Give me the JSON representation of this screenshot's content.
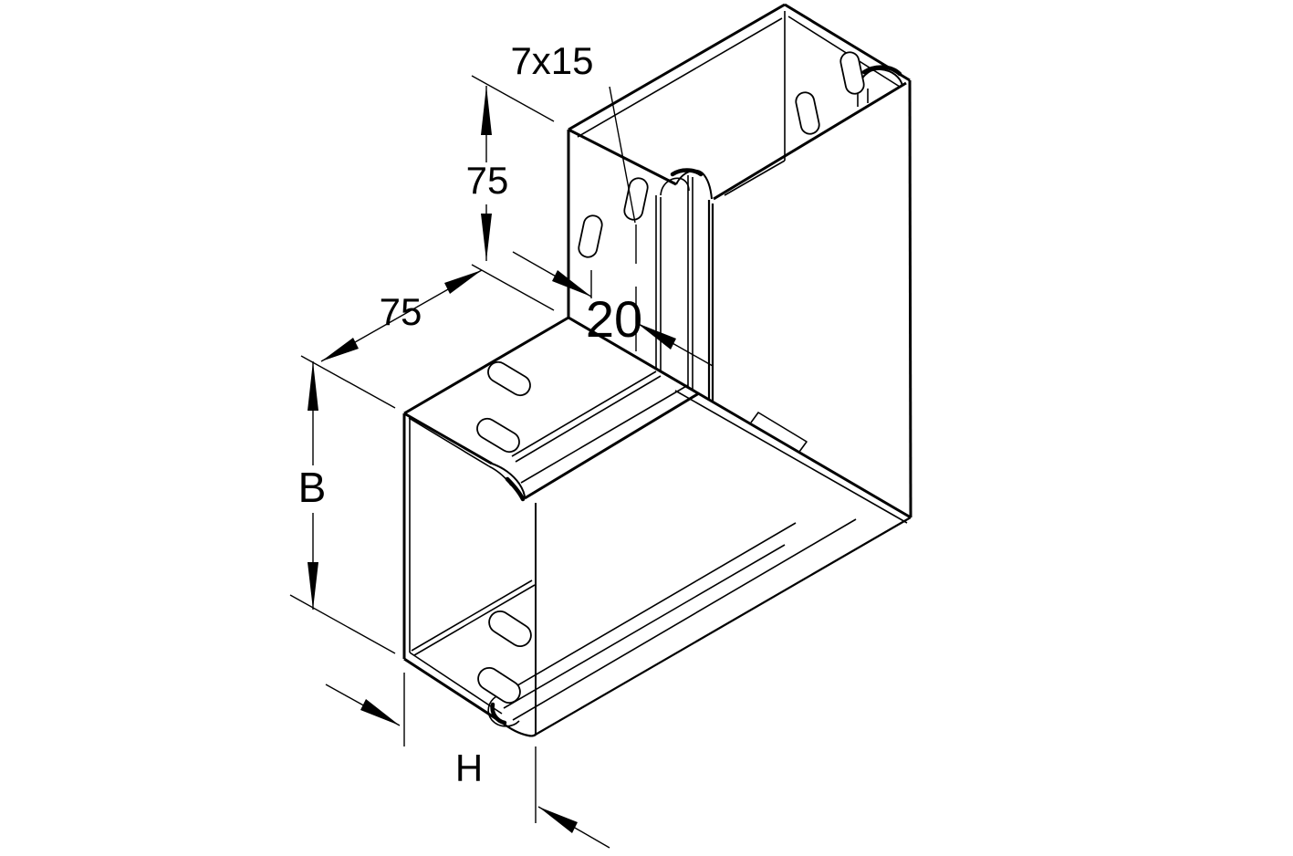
{
  "diagram": {
    "type": "technical-line-drawing",
    "subject": "cable-trunking 90-degree internal corner piece, isometric view",
    "background_color": "#ffffff",
    "line_color": "#000000",
    "labels": {
      "slot_size": "7x15",
      "dim_top_vertical": "75",
      "dim_top_width": "75",
      "dim_hole_offset": "20",
      "dim_width": "B",
      "dim_height": "H"
    }
  }
}
